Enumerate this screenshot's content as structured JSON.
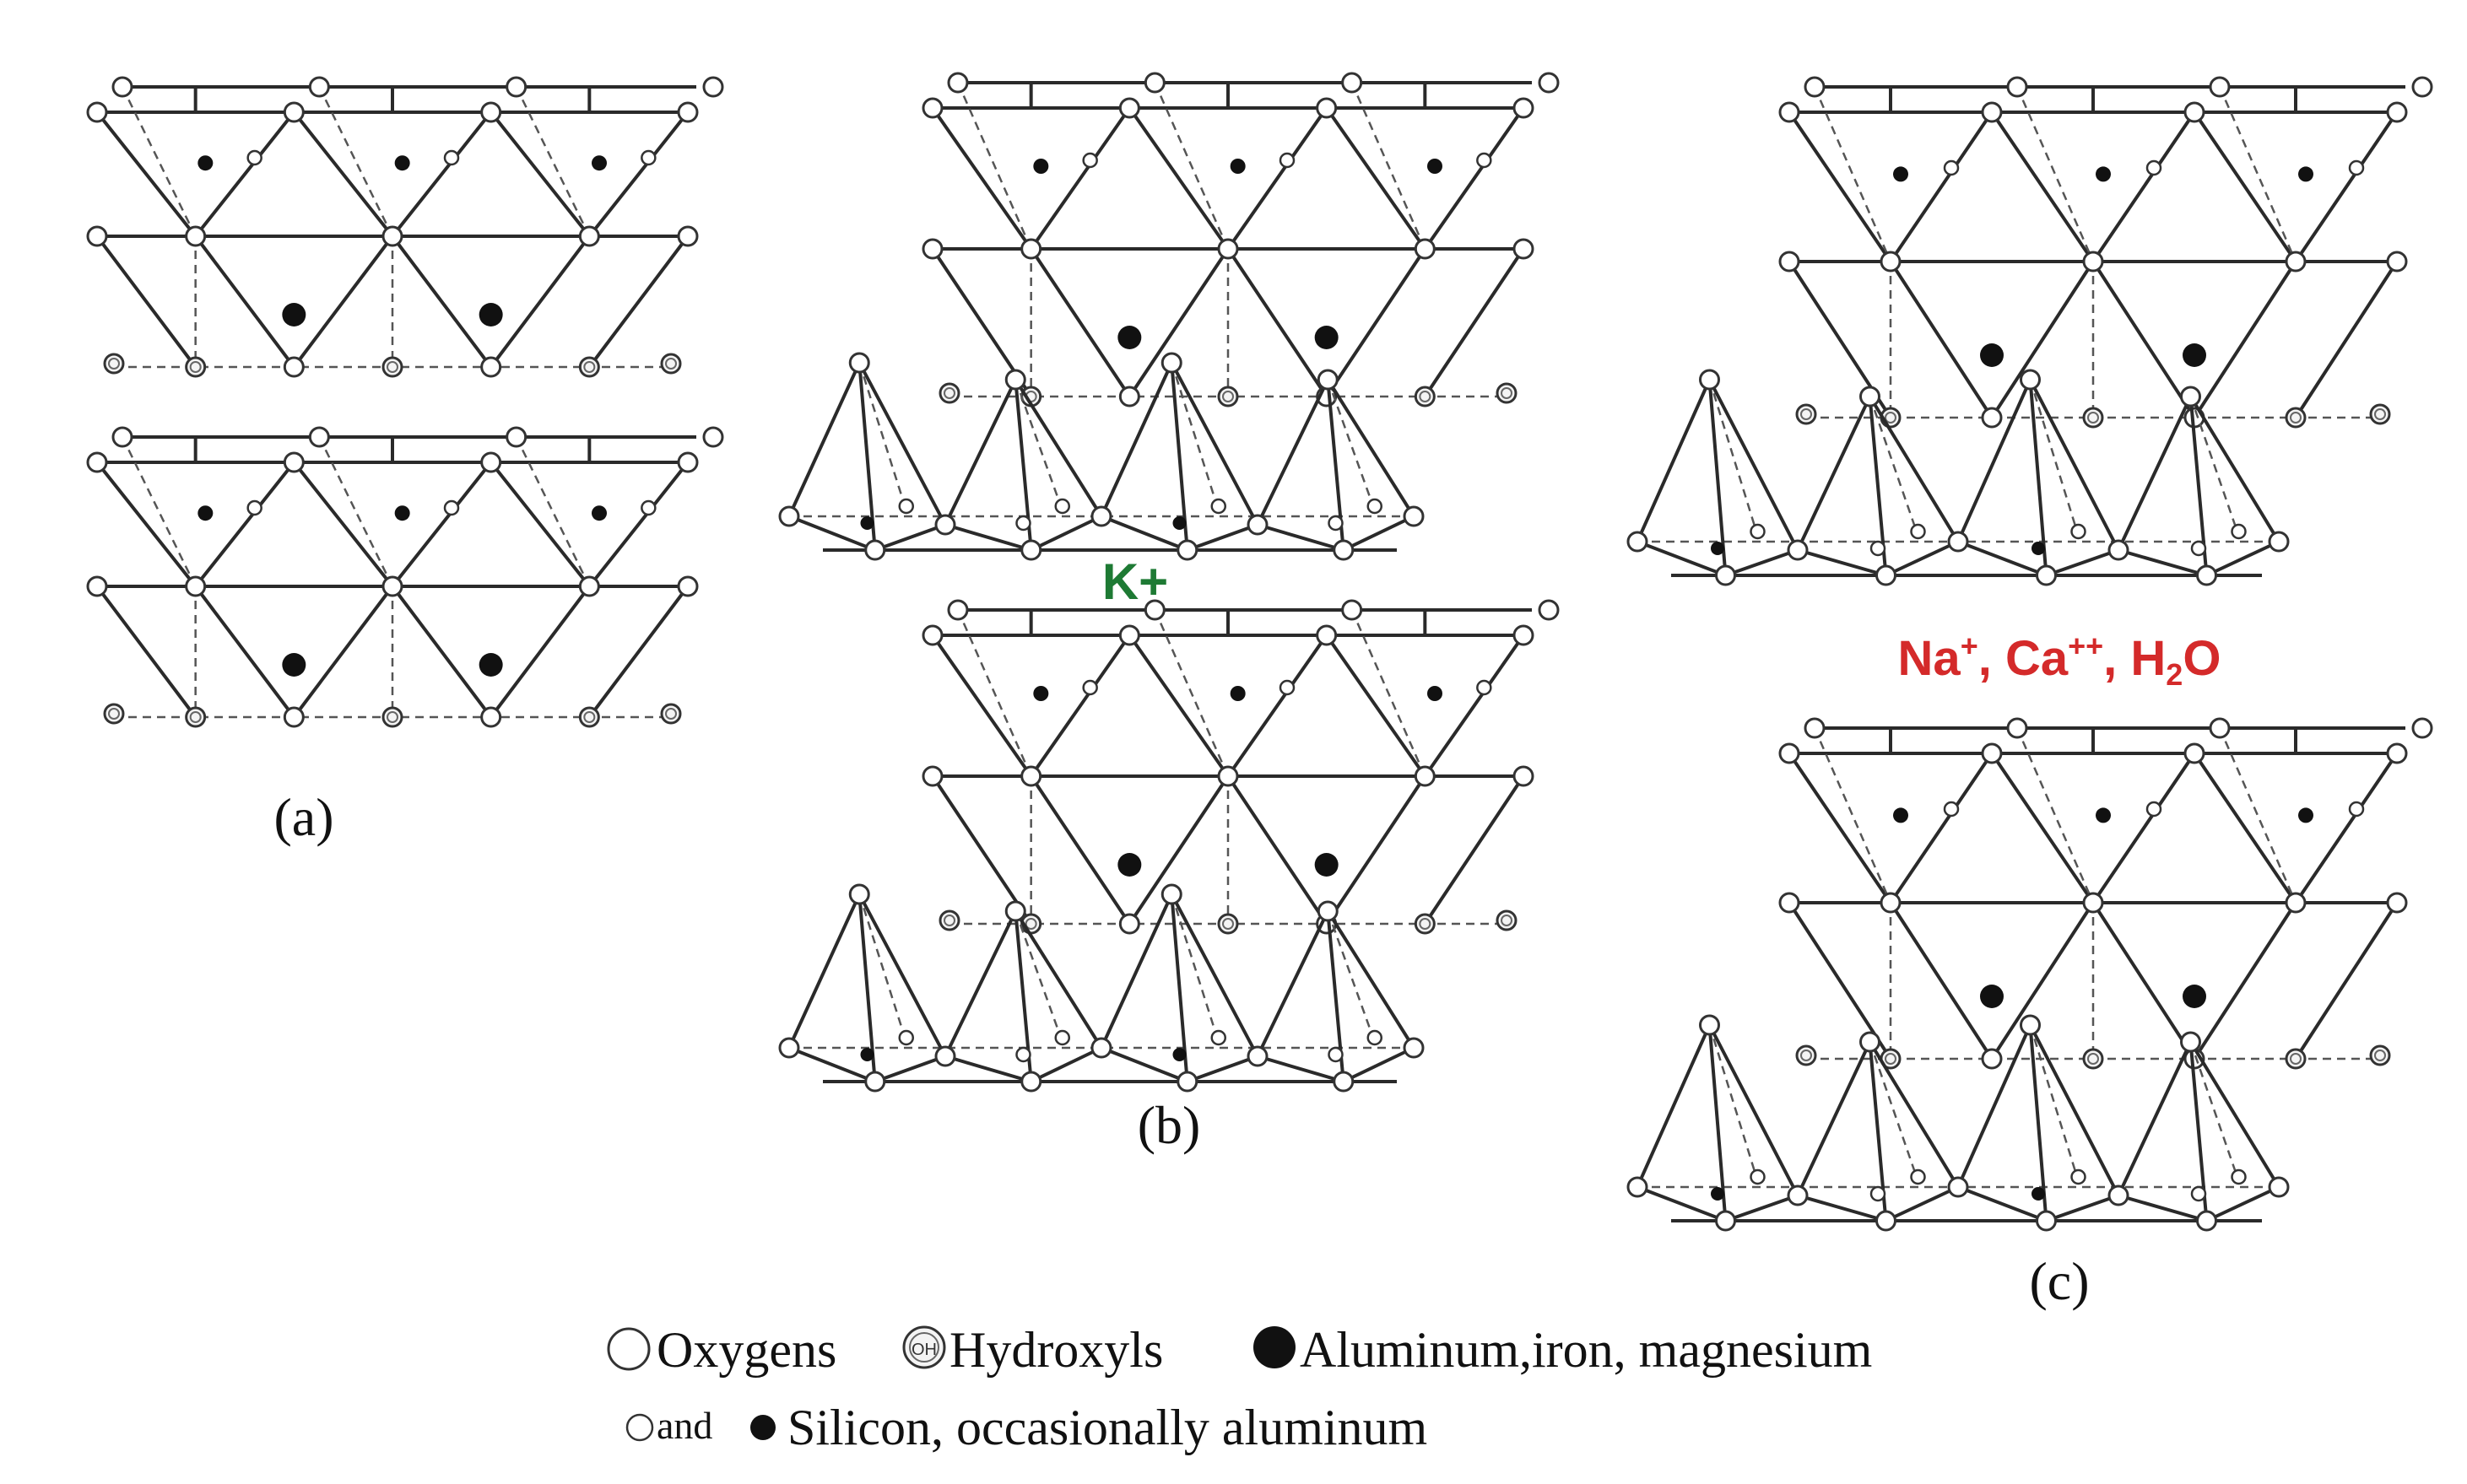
{
  "panels": {
    "a": {
      "label": "(a)"
    },
    "b": {
      "label": "(b)",
      "interlayer_ion": "K+"
    },
    "c": {
      "label": "(c)",
      "interlayer_ions": {
        "na": "Na",
        "na_charge": "+",
        "ca": "Ca",
        "ca_charge": "++",
        "water_h": "H",
        "water_sub": "2",
        "water_o": "O",
        "separator": ", "
      }
    }
  },
  "legend": {
    "oxygens": "Oxygens",
    "hydroxyls": "Hydroxyls",
    "hydroxyl_symbol": "OH",
    "cations": "Aluminum,iron, magnesium",
    "and_word": "and",
    "silicon": "Silicon, occasionally aluminum"
  },
  "colors": {
    "k_ion": "#1e7a34",
    "interlayer_ions": "#d42a2a"
  }
}
